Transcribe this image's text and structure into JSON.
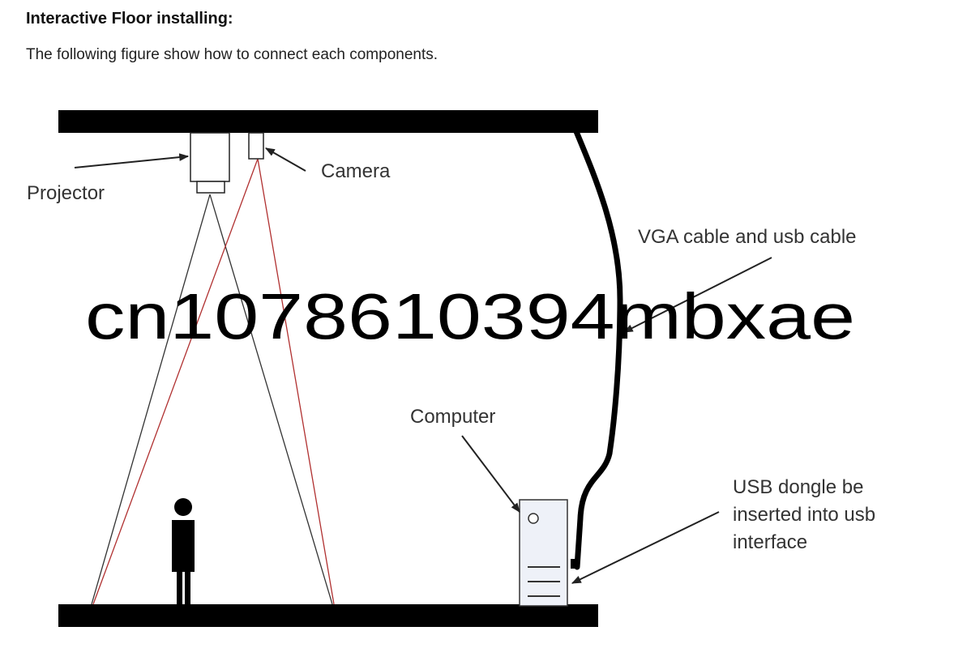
{
  "document": {
    "heading": "Interactive Floor installing:",
    "intro": "The following figure show how to connect each components."
  },
  "diagram": {
    "labels": {
      "projector": "Projector",
      "camera": "Camera",
      "cable": "VGA cable and usb cable",
      "computer": "Computer",
      "dongle_line1": "USB dongle be",
      "dongle_line2": "inserted into usb",
      "dongle_line3": "interface"
    },
    "colors": {
      "structure": "#000000",
      "projector_beam": "#333333",
      "camera_beam": "#b03030",
      "computer_fill": "#eef1f8"
    }
  },
  "watermark": {
    "text": "cn1078610394mbxae"
  }
}
